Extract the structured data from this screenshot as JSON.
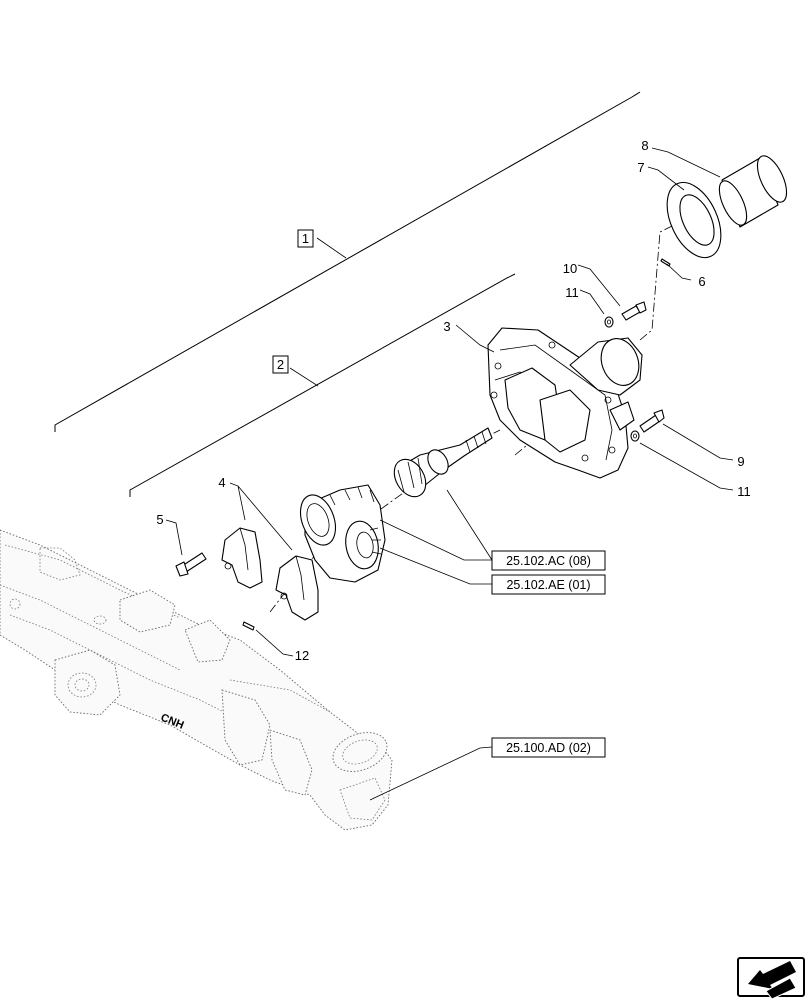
{
  "callouts": {
    "c1": "1",
    "c2": "2",
    "c3": "3",
    "c4": "4",
    "c5": "5",
    "c6": "6",
    "c7": "7",
    "c8": "8",
    "c9": "9",
    "c10": "10",
    "c11a": "11",
    "c11b": "11",
    "c12": "12"
  },
  "references": {
    "ref_ac": "25.102.AC (08)",
    "ref_ae": "25.102.AE (01)",
    "ref_ad": "25.100.AD (02)"
  },
  "axle_logo": "CNH",
  "nav_icon": "next-page-arrow-icon"
}
